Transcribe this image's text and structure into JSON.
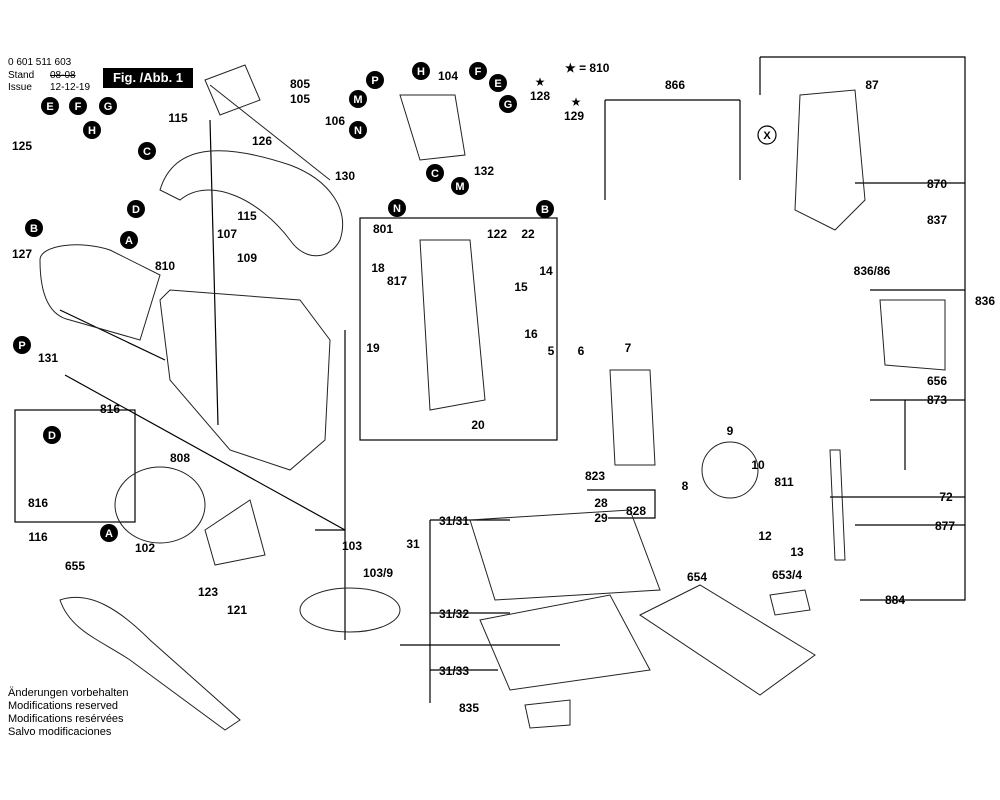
{
  "header": {
    "part_number": "0 601 511 603",
    "stand_label": "Stand",
    "stand_date": "08-08",
    "issue_label": "Issue",
    "issue_date": "12-12-19",
    "figure_label": "Fig. /Abb. 1",
    "star_legend": "★ = 810"
  },
  "footer_notes": [
    "Änderungen vorbehalten",
    "Modifications reserved",
    "Modifications resérvées",
    "Salvo modificaciones"
  ],
  "labels": {
    "l_805": "805",
    "l_105": "105",
    "l_104": "104",
    "l_128": "128",
    "l_129": "129",
    "l_866": "866",
    "l_87": "87",
    "l_115a": "115",
    "l_126": "126",
    "l_106": "106",
    "l_125": "125",
    "l_130": "130",
    "l_132": "132",
    "l_870": "870",
    "l_837": "837",
    "l_836_86": "836/86",
    "l_836": "836",
    "l_115b": "115",
    "l_107": "107",
    "l_801": "801",
    "l_122": "122",
    "l_22": "22",
    "l_127": "127",
    "l_810": "810",
    "l_109": "109",
    "l_18": "18",
    "l_817": "817",
    "l_14": "14",
    "l_15": "15",
    "l_16": "16",
    "l_131": "131",
    "l_19": "19",
    "l_5": "5",
    "l_6": "6",
    "l_7": "7",
    "l_656": "656",
    "l_873": "873",
    "l_816a": "816",
    "l_808": "808",
    "l_20": "20",
    "l_9": "9",
    "l_823": "823",
    "l_10": "10",
    "l_811": "811",
    "l_8": "8",
    "l_28": "28",
    "l_828": "828",
    "l_29": "29",
    "l_72": "72",
    "l_816b": "816",
    "l_116": "116",
    "l_102": "102",
    "l_31_31": "31/31",
    "l_31": "31",
    "l_12": "12",
    "l_13": "13",
    "l_877": "877",
    "l_103": "103",
    "l_103_9": "103/9",
    "l_655": "655",
    "l_123": "123",
    "l_121": "121",
    "l_654": "654",
    "l_653_4": "653/4",
    "l_884": "884",
    "l_31_32": "31/32",
    "l_31_33": "31/33",
    "l_835": "835"
  },
  "connectors": {
    "E": "E",
    "F": "F",
    "G": "G",
    "H": "H",
    "C": "C",
    "B": "B",
    "D": "D",
    "A": "A",
    "P": "P",
    "M": "M",
    "N": "N",
    "X": "X"
  }
}
